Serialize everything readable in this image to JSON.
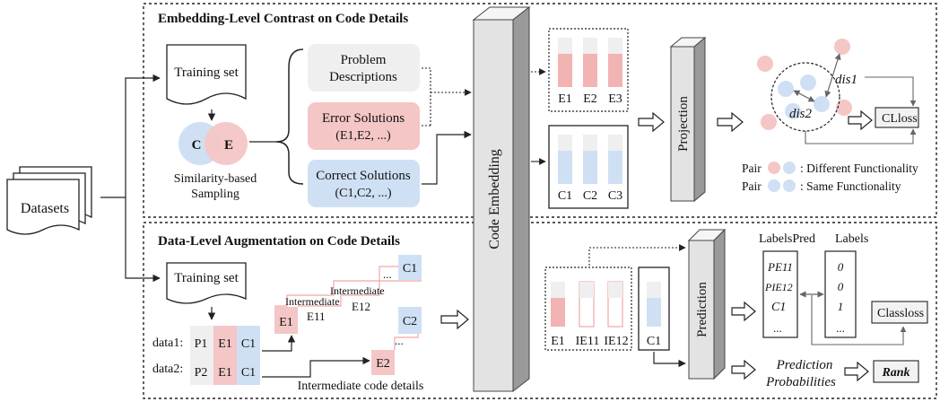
{
  "colors": {
    "red": "#f4c6c6",
    "red_bar": "#f2b3b3",
    "blue": "#cfe0f4",
    "gray": "#efefef",
    "stroke": "#222222"
  },
  "top": {
    "title": "Embedding-Level Contrast on Code Details",
    "training_set": "Training set",
    "venn_c": "C",
    "venn_e": "E",
    "sampling_1": "Similarity-based",
    "sampling_2": "Sampling",
    "problem_1": "Problem",
    "problem_2": "Descriptions",
    "error_1": "Error Solutions",
    "error_2": "(E1,E2, ...)",
    "correct_1": "Correct Solutions",
    "correct_2": "(C1,C2, ...)",
    "bars_e": [
      "E1",
      "E2",
      "E3"
    ],
    "bars_c": [
      "C1",
      "C2",
      "C3"
    ],
    "projection": "Projection",
    "dis1": "dis1",
    "dis2": "dis2",
    "cl_loss": "CLloss",
    "legend_pair_1": "Pair",
    "legend_diff": ": Different Functionality",
    "legend_pair_2": "Pair",
    "legend_same": ": Same Functionality"
  },
  "middle": {
    "datasets": "Datasets",
    "code_embedding": "Code Embedding"
  },
  "bottom": {
    "title": "Data-Level Augmentation on Code Details",
    "training_set": "Training set",
    "data1": "data1:",
    "data2": "data2:",
    "row1": [
      "P1",
      "E1",
      "C1"
    ],
    "row2": [
      "P2",
      "E1",
      "C1"
    ],
    "chain_e1": "E1",
    "chain_e11": "E11",
    "chain_e12": "E12",
    "chain_e2": "E2",
    "chain_c1": "C1",
    "chain_c2": "C2",
    "intermediate_1": "Intermediate",
    "intermediate_2": "Intermediate",
    "ellipsis": "...",
    "intermediate_caption": "Intermediate code details",
    "bars": [
      "E1",
      "IE11",
      "IE12"
    ],
    "bar_c1": "C1",
    "prediction": "Prediction",
    "labels_pred": "LabelsPred",
    "labels": "Labels",
    "pred_col": [
      "PE11",
      "PIE12",
      "C1",
      "..."
    ],
    "label_col": [
      "0",
      "0",
      "1",
      "..."
    ],
    "class_loss": "Classloss",
    "prob_1": "Prediction",
    "prob_2": "Probabilities",
    "rank": "Rank"
  }
}
